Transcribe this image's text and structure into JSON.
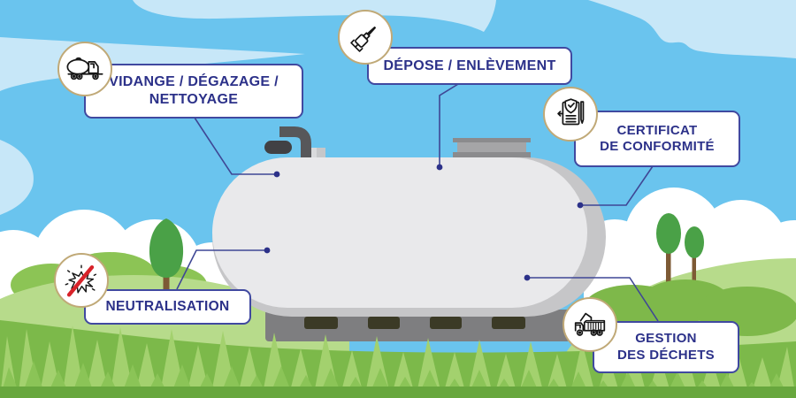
{
  "theme": {
    "sky": "#6ac4ee",
    "sky_light": "#c7e7f8",
    "cloud": "#ffffff",
    "hill": "#b7db8b",
    "bush": "#8cc455",
    "bush_dark": "#7eb84a",
    "tree": "#4aa147",
    "trunk": "#7d5a35",
    "grass": "#7cb94a",
    "grass_light": "#a3d16e",
    "grass_mid": "#8bc457",
    "grass_dark": "#68a73e",
    "tank": "#e9e9eb",
    "tank_shade": "#c6c6c8",
    "tank_base": "#7e7e80",
    "feet": "#3b3a26",
    "metal": "#a5a5a7",
    "metal_dark": "#8b8b8d",
    "pipe": "#57575a",
    "pipe_cap": "#414144",
    "accent": "#2c3189",
    "line": "#3f4795",
    "box_border": "#4049a0",
    "circle_border": "#c0a977",
    "icon_ink": "#161616",
    "danger_red": "#d8232a"
  },
  "scene": {
    "elements": [
      "storage-tank",
      "vent-pipe",
      "manhole-hatch",
      "tank-skid",
      "hills",
      "trees",
      "clouds",
      "grass"
    ]
  },
  "callouts": {
    "vidange": {
      "icon": "tanker-truck-icon",
      "lines": [
        "VIDANGE / DÉGAZAGE /",
        "NETTOYAGE"
      ]
    },
    "depose": {
      "icon": "jackhammer-icon",
      "lines": [
        "DÉPOSE / ENLÈVEMENT"
      ]
    },
    "certificat": {
      "icon": "certificate-check-icon",
      "lines": [
        "CERTIFICAT",
        "DE CONFORMITÉ"
      ]
    },
    "neutralisation": {
      "icon": "no-explosion-icon",
      "lines": [
        "NEUTRALISATION"
      ]
    },
    "gestion": {
      "icon": "dump-truck-icon",
      "lines": [
        "GESTION",
        "DES DÉCHETS"
      ]
    }
  }
}
